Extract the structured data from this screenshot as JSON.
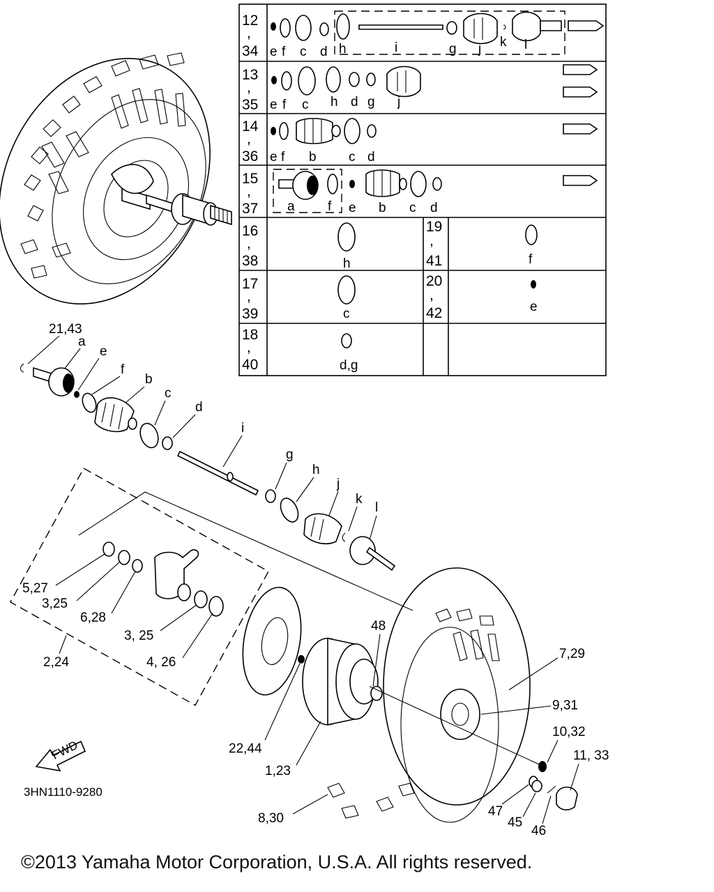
{
  "diagram_code": "3HN1110-9280",
  "copyright": "©2013 Yamaha Motor Corporation, U.S.A. All rights reserved.",
  "fwd_label": "FWD",
  "table": {
    "rows": [
      {
        "top": "12",
        "sep": ",",
        "bottom": "34",
        "letters": [
          "e",
          "f",
          "c",
          "d",
          "h",
          "i",
          "g",
          "j",
          "k",
          "l"
        ]
      },
      {
        "top": "13",
        "sep": ",",
        "bottom": "35",
        "letters": [
          "e",
          "f",
          "c",
          "h",
          "d",
          "g",
          "j"
        ]
      },
      {
        "top": "14",
        "sep": ",",
        "bottom": "36",
        "letters": [
          "e",
          "f",
          "b",
          "c",
          "d"
        ]
      },
      {
        "top": "15",
        "sep": ",",
        "bottom": "37",
        "letters": [
          "a",
          "f",
          "e",
          "b",
          "c",
          "d"
        ]
      },
      {
        "top": "16",
        "sep": ",",
        "bottom": "38",
        "letters": [
          "h"
        ],
        "right": {
          "top": "19",
          "sep": ",",
          "bottom": "41",
          "letter": "f"
        }
      },
      {
        "top": "17",
        "sep": ",",
        "bottom": "39",
        "letters": [
          "c"
        ],
        "right": {
          "top": "20",
          "sep": ",",
          "bottom": "42",
          "letter": "e"
        }
      },
      {
        "top": "18",
        "sep": ",",
        "bottom": "40",
        "letters": [
          "d,g"
        ]
      }
    ]
  },
  "shaft_labels": {
    "ref": "21,43",
    "a": "a",
    "e": "e",
    "f": "f",
    "b": "b",
    "c": "c",
    "d": "d",
    "i": "i",
    "g": "g",
    "h": "h",
    "j": "j",
    "k": "k",
    "l": "l"
  },
  "part_labels": {
    "p5_27": "5,27",
    "p3_25a": "3,25",
    "p6_28": "6,28",
    "p3_25b": "3, 25",
    "p2_24": "2,24",
    "p4_26": "4, 26",
    "p48": "48",
    "p7_29": "7,29",
    "p9_31": "9,31",
    "p10_32": "10,32",
    "p11_33": "11, 33",
    "p22_44": "22,44",
    "p1_23": "1,23",
    "p8_30": "8,30",
    "p47": "47",
    "p45": "45",
    "p46": "46"
  }
}
